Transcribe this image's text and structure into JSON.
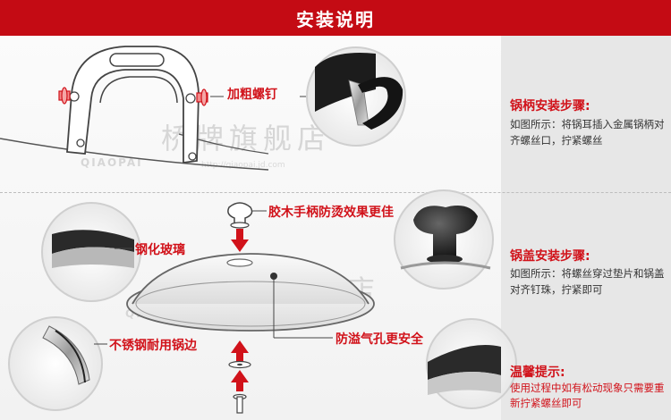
{
  "header": {
    "title": "安装说明"
  },
  "labels": {
    "thick_screw": "加粗螺钉",
    "bakelite_handle": "胶木手柄防烫效果更佳",
    "tempered_glass": "钢化玻璃",
    "steel_rim": "不锈钢耐用锅边",
    "vent_hole": "防溢气孔更安全"
  },
  "handle_section": {
    "title": "锅柄安装步骤:",
    "body": "如图所示：将锅耳插入金属锅柄对齐螺丝口，拧紧螺丝"
  },
  "lid_section": {
    "title": "锅盖安装步骤:",
    "body": "如图所示：将螺丝穿过垫片和锅盖对齐钉珠，拧紧即可"
  },
  "tips": {
    "title": "温馨提示:",
    "body": "使用过程中如有松动现象只需要重新拧紧螺丝即可"
  },
  "watermark": {
    "brand_cn": "桥牌旗舰店",
    "brand_en": "QIAOPAI",
    "url": "http://qiaopai.jd.com"
  },
  "colors": {
    "accent": "#c40b14",
    "label_red": "#d1121a",
    "side_panel": "#e7e7e7"
  }
}
